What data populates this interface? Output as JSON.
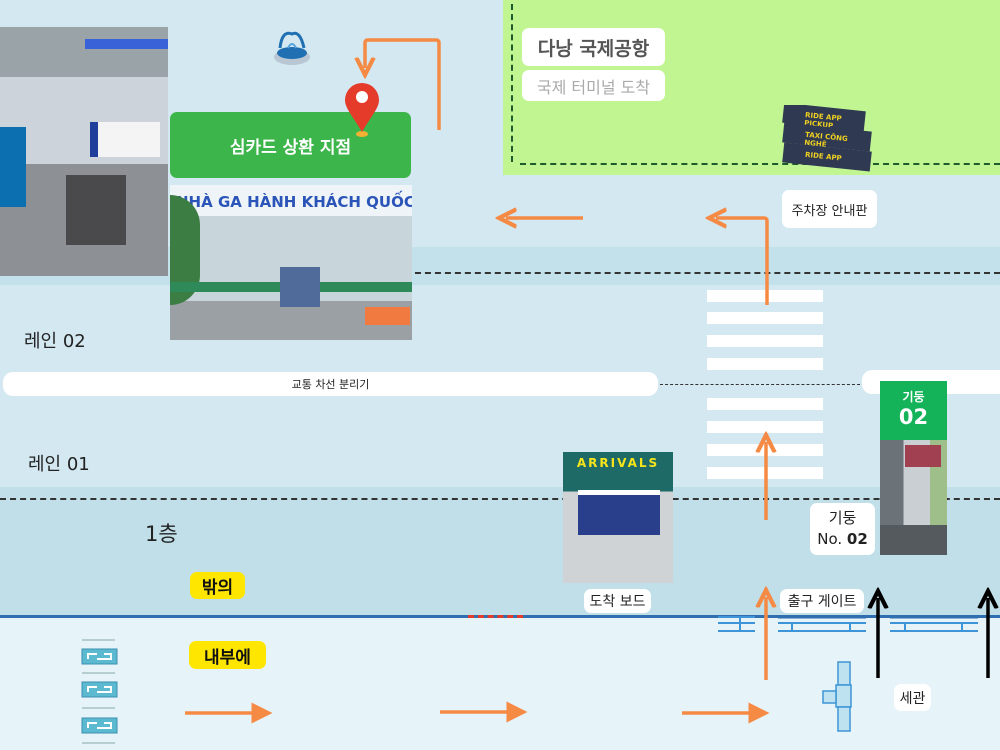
{
  "airport": {
    "title": "다낭 국제공항",
    "subtitle": "국제 터미널 도착"
  },
  "sim_return": {
    "label": "심카드 상환 지점"
  },
  "photos": {
    "terminal_sign_text": "NHÀ GA HÀNH KHÁCH QUỐC TẾ",
    "arrivals_sign_text": "ARRIVALS",
    "parking_sign_lines": [
      "RIDE APP PICKUP",
      "TAXI CÔNG NGHỆ",
      "RIDE APP"
    ]
  },
  "parking_sign": {
    "label": "주차장 안내판"
  },
  "lanes": {
    "lane2": "레인 02",
    "lane1": "레인 01",
    "divider": "교통 차선 분리기"
  },
  "floor": {
    "label": "1층"
  },
  "zones": {
    "outside": "밖의",
    "inside": "내부에"
  },
  "arrivals_board": {
    "label": "도착 보드"
  },
  "pillar": {
    "tag_top": "기둥",
    "tag_num": "02",
    "label_line1": "기둥",
    "label_prefix": "No.",
    "label_num": "02"
  },
  "exit_gate": {
    "label": "출구 게이트"
  },
  "customs": {
    "label": "세관"
  },
  "colors": {
    "route": "#f58a45",
    "green_label": "#3cb54a",
    "pillar_green": "#14b35a",
    "wall": "#2f6fb0",
    "badge": "#ffe600",
    "pin": "#e53b2a"
  }
}
